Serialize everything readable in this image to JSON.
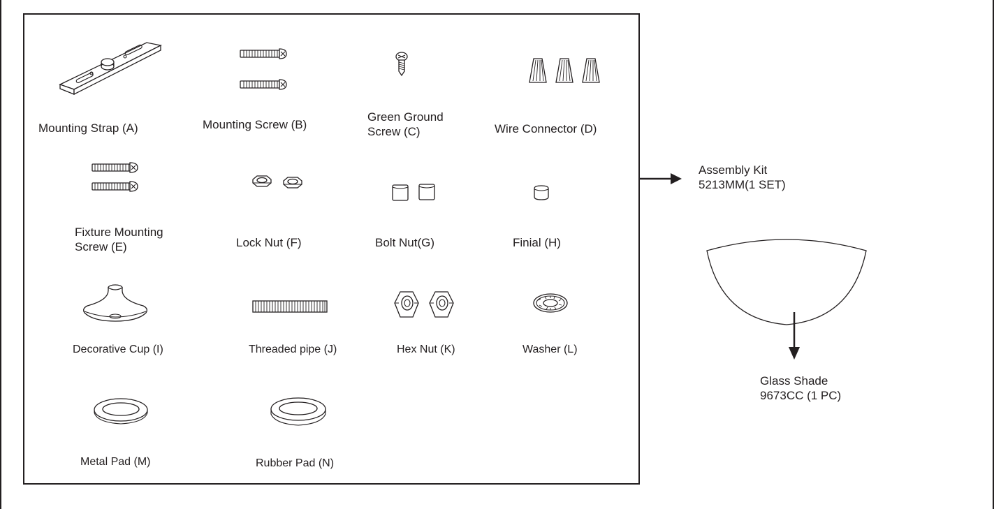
{
  "parts": {
    "a": "Mounting Strap (A)",
    "b": "Mounting Screw (B)",
    "c": [
      "Green Ground",
      "Screw (C)"
    ],
    "d": "Wire Connector (D)",
    "e": [
      "Fixture Mounting",
      "Screw (E)"
    ],
    "f": "Lock Nut (F)",
    "g": "Bolt Nut(G)",
    "h": "Finial (H)",
    "i": "Decorative Cup (I)",
    "j": "Threaded pipe (J)",
    "k": "Hex Nut (K)",
    "l": "Washer (L)",
    "m": "Metal Pad (M)",
    "n": "Rubber Pad (N)"
  },
  "assembly_kit": [
    "Assembly Kit",
    "5213MM(1 SET)"
  ],
  "glass_shade": [
    "Glass Shade",
    "9673CC (1 PC)"
  ]
}
